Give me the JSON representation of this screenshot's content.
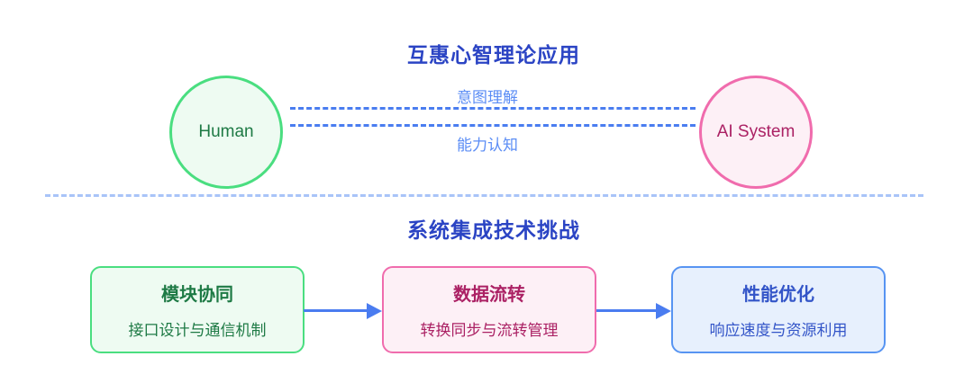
{
  "diagram": {
    "top": {
      "title": "互惠心智理论应用",
      "human_label": "Human",
      "ai_label": "AI System",
      "link_top_label": "意图理解",
      "link_bottom_label": "能力认知"
    },
    "bottom": {
      "title": "系统集成技术挑战",
      "boxes": [
        {
          "title": "模块协同",
          "subtitle": "接口设计与通信机制"
        },
        {
          "title": "数据流转",
          "subtitle": "转换同步与流转管理"
        },
        {
          "title": "性能优化",
          "subtitle": "响应速度与资源利用"
        }
      ]
    },
    "colors": {
      "section_title_blue": "#2b44c4",
      "link_label_blue": "#5b8df5",
      "connector_blue": "#4a7df0",
      "arrow_blue": "#4a7cf0",
      "divider_light_blue": "#a9c4f8",
      "green_border": "#4ade80",
      "green_fill": "#eefbf2",
      "green_text": "#1e7a45",
      "pink_border": "#f06cad",
      "pink_fill": "#fdf0f6",
      "pink_text": "#ab2164",
      "blue_border": "#5794f2",
      "blue_fill": "#e7f0fd",
      "blue_text": "#3355c8"
    }
  }
}
